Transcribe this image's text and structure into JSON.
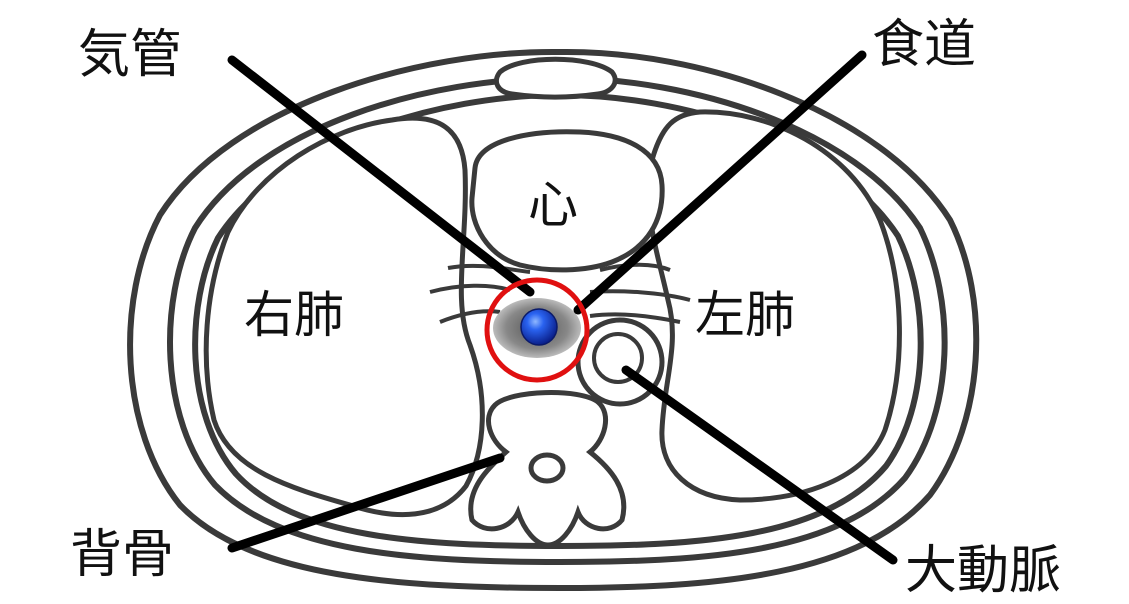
{
  "labels": {
    "trachea": "気管",
    "esophagus": "食道",
    "heart": "心",
    "right_lung": "右肺",
    "left_lung": "左肺",
    "spine": "背骨",
    "aorta": "大動脈"
  },
  "colors": {
    "background": "#ffffff",
    "outline": "#3a3a3a",
    "leader_line": "#000000",
    "marker_fill": "#1a4fe0",
    "highlight_ring": "#e01010"
  }
}
